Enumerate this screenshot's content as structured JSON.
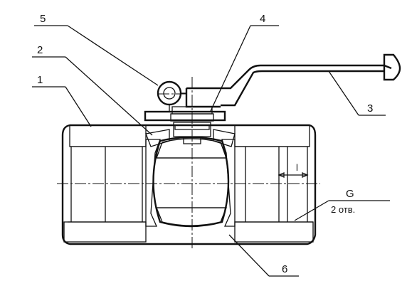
{
  "callouts": {
    "n1": "1",
    "n2": "2",
    "n3": "3",
    "n4": "4",
    "n5": "5",
    "n6": "6"
  },
  "thread": {
    "symbol": "G",
    "note": "2 отв.",
    "length_symbol": "l"
  },
  "colors": {
    "line": "#111111",
    "background": "#ffffff"
  }
}
